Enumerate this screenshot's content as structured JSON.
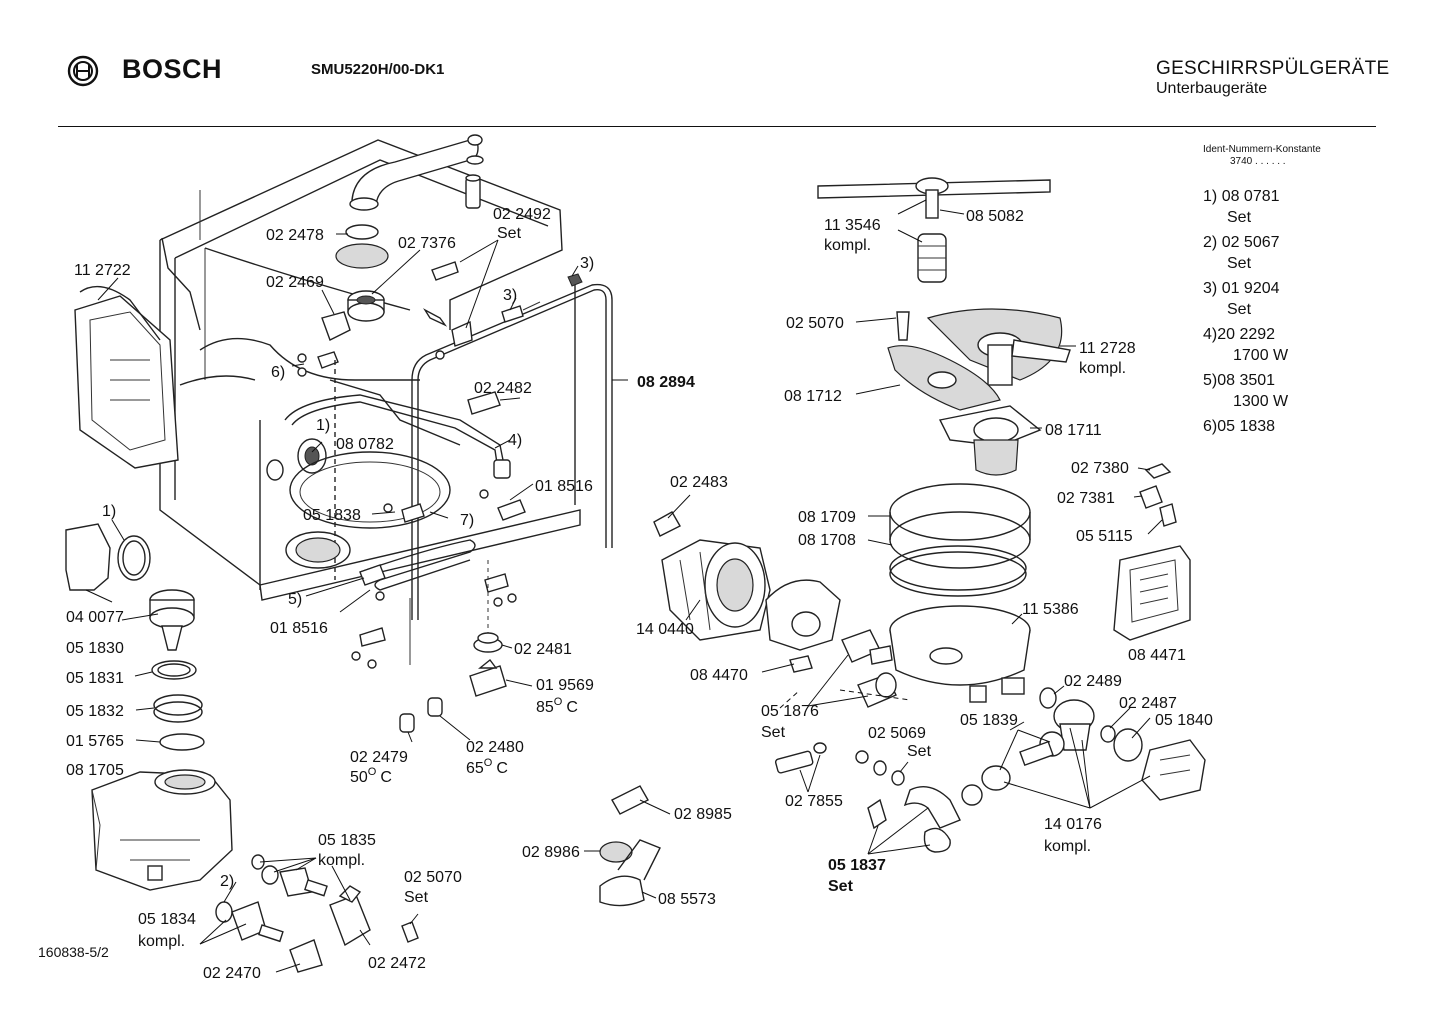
{
  "header": {
    "brand": "BOSCH",
    "model": "SMU5220H/00-DK1",
    "category": "GESCHIRRSPÜLGERÄTE",
    "subcategory": "Unterbaugeräte"
  },
  "ident": {
    "heading": "Ident-Nummern-Konstante",
    "value": "3740  . .  . . . ."
  },
  "legend": [
    {
      "key": "1)",
      "part": "08 0781",
      "note": "Set"
    },
    {
      "key": "2)",
      "part": "02 5067",
      "note": "Set"
    },
    {
      "key": "3)",
      "part": "01 9204",
      "note": "Set"
    },
    {
      "key": "4)",
      "part": "20 2292",
      "note": "1700 W"
    },
    {
      "key": "5)",
      "part": "08 3501",
      "note": "1300 W"
    },
    {
      "key": "6)",
      "part": "05 1838",
      "note": ""
    }
  ],
  "doc_id": "160838-5/2",
  "labels": {
    "l_112722": "11 2722",
    "l_022478": "02 2478",
    "l_027376": "02 7376",
    "l_022492": "02 2492",
    "l_022492_set": "Set",
    "l_3a": "3)",
    "l_3b": "3)",
    "l_022469": "02 2469",
    "l_6": "6)",
    "l_082894": "08 2894",
    "l_022482": "02 2482",
    "l_1a": "1)",
    "l_080782": "08 0782",
    "l_4": "4)",
    "l_018516a": "01 8516",
    "l_051838": "05 1838",
    "l_7": "7)",
    "l_1b": "1)",
    "l_040077": "04 0077",
    "l_5": "5)",
    "l_018516b": "01 8516",
    "l_051830": "05 1830",
    "l_051831": "05 1831",
    "l_051832": "05 1832",
    "l_015765": "01 5765",
    "l_081705": "08 1705",
    "l_022481": "02 2481",
    "l_019569": "01 9569",
    "l_019569_t": "85",
    "l_019569_u": "O",
    "l_019569_c": "C",
    "l_022479": "02 2479",
    "l_022479_t": "50",
    "l_022479_u": "O",
    "l_022479_c": "C",
    "l_022480": "02 2480",
    "l_022480_t": "65",
    "l_022480_u": "O",
    "l_022480_c": "C",
    "l_051835": "05 1835",
    "l_051835_k": "kompl.",
    "l_2": "2)",
    "l_051834": "05 1834",
    "l_051834_k": "kompl.",
    "l_025070b": "02 5070",
    "l_025070b_set": "Set",
    "l_022470": "02 2470",
    "l_022472": "02 2472",
    "l_022483": "02 2483",
    "l_140440": "14 0440",
    "l_084470": "08 4470",
    "l_051876": "05 1876",
    "l_051876_set": "Set",
    "l_028985": "02 8985",
    "l_028986": "02 8986",
    "l_085573": "08 5573",
    "l_113546": "11 3546",
    "l_113546_k": "kompl.",
    "l_085082": "08 5082",
    "l_025070a": "02 5070",
    "l_112728": "11 2728",
    "l_112728_k": "kompl.",
    "l_081712": "08 1712",
    "l_081711": "08 1711",
    "l_027380": "02 7380",
    "l_027381": "02 7381",
    "l_055115": "05 5115",
    "l_081709": "08 1709",
    "l_081708": "08 1708",
    "l_115386": "11 5386",
    "l_084471": "08 4471",
    "l_022489": "02 2489",
    "l_022487": "02 2487",
    "l_051840": "05 1840",
    "l_051839": "05 1839",
    "l_025069": "02 5069",
    "l_025069_set": "Set",
    "l_027855": "02 7855",
    "l_140176": "14 0176",
    "l_140176_k": "kompl.",
    "l_051837": "05 1837",
    "l_051837_set": "Set"
  }
}
